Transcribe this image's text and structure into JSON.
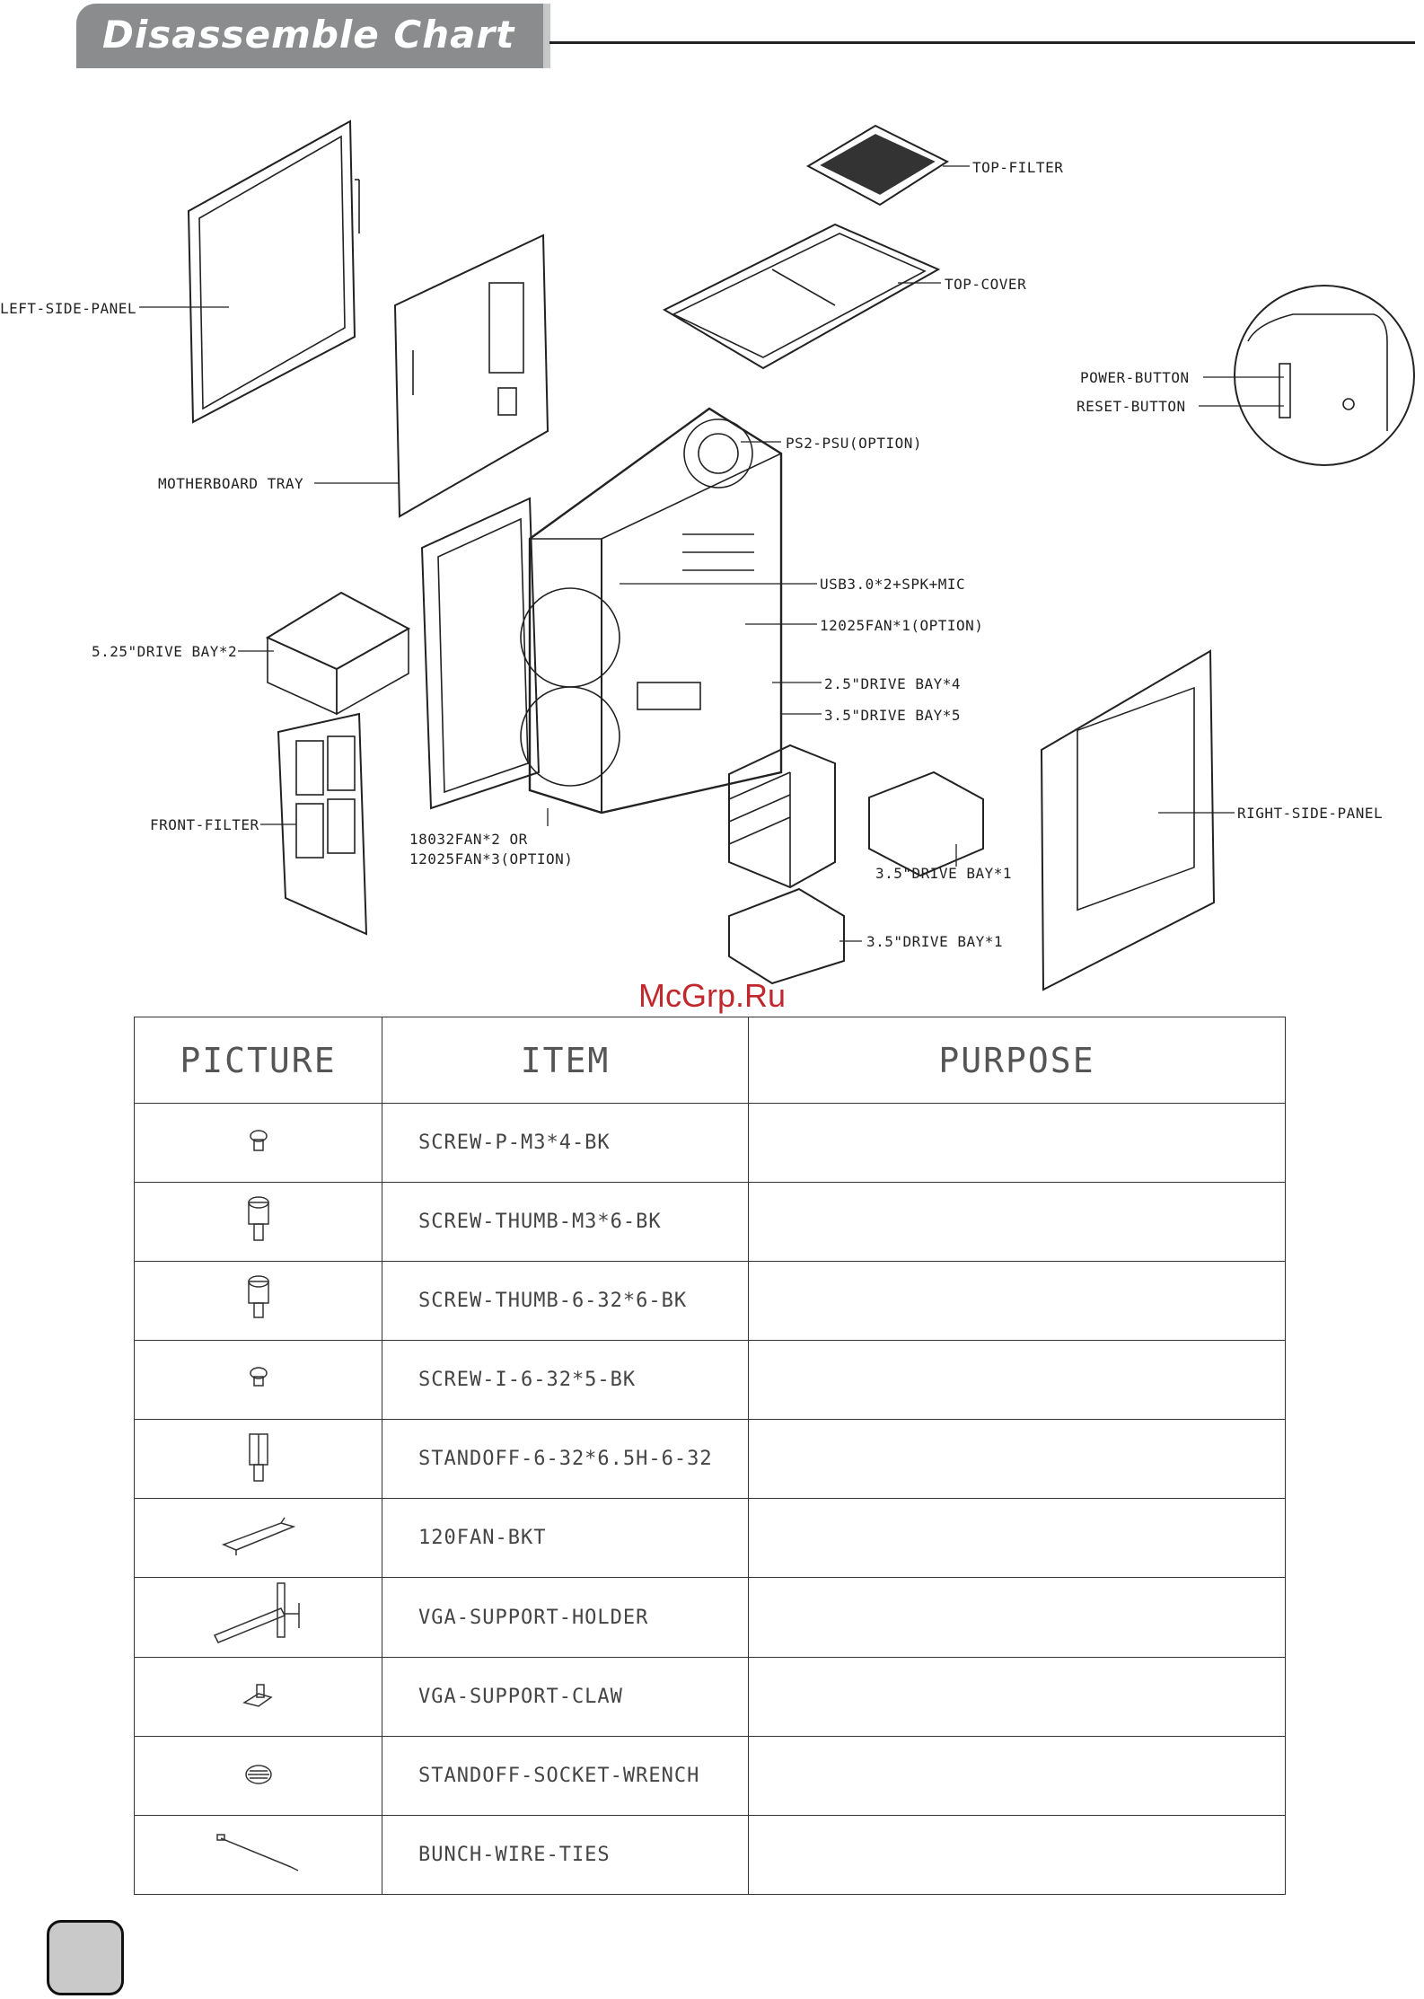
{
  "header": {
    "title": "Disassemble Chart"
  },
  "watermark": "McGrp.Ru",
  "callouts": {
    "top_filter": "TOP-FILTER",
    "top_cover": "TOP-COVER",
    "left_side_panel": "LEFT-SIDE-PANEL",
    "power_button": "POWER-BUTTON",
    "reset_button": "RESET-BUTTON",
    "psu": "PS2-PSU(OPTION)",
    "motherboard_tray": "MOTHERBOARD TRAY",
    "usb": "USB3.0*2+SPK+MIC",
    "fan_12025_1": "12025FAN*1(OPTION)",
    "drive_525": "5.25\"DRIVE BAY*2",
    "drive_25": "2.5\"DRIVE BAY*4",
    "drive_35_5": "3.5\"DRIVE BAY*5",
    "front_filter": "FRONT-FILTER",
    "right_side_panel": "RIGHT-SIDE-PANEL",
    "fan_front_1": "18032FAN*2 OR",
    "fan_front_2": "12025FAN*3(OPTION)",
    "drive_35_1a": "3.5\"DRIVE BAY*1",
    "drive_35_1b": "3.5\"DRIVE BAY*1"
  },
  "table": {
    "headers": {
      "picture": "PICTURE",
      "item": "ITEM",
      "purpose": "PURPOSE"
    },
    "rows": [
      {
        "item": "SCREW-P-M3*4-BK",
        "icon": "small-screw-icon",
        "purpose": ""
      },
      {
        "item": "SCREW-THUMB-M3*6-BK",
        "icon": "thumb-screw-icon",
        "purpose": ""
      },
      {
        "item": "SCREW-THUMB-6-32*6-BK",
        "icon": "thumb-screw-icon",
        "purpose": ""
      },
      {
        "item": "SCREW-I-6-32*5-BK",
        "icon": "small-screw-icon",
        "purpose": ""
      },
      {
        "item": "STANDOFF-6-32*6.5H-6-32",
        "icon": "standoff-icon",
        "purpose": ""
      },
      {
        "item": "120FAN-BKT",
        "icon": "fan-bracket-icon",
        "purpose": ""
      },
      {
        "item": "VGA-SUPPORT-HOLDER",
        "icon": "vga-holder-icon",
        "purpose": ""
      },
      {
        "item": "VGA-SUPPORT-CLAW",
        "icon": "vga-claw-icon",
        "purpose": ""
      },
      {
        "item": "STANDOFF-SOCKET-WRENCH",
        "icon": "socket-wrench-icon",
        "purpose": ""
      },
      {
        "item": "BUNCH-WIRE-TIES",
        "icon": "wire-tie-icon",
        "purpose": ""
      }
    ]
  }
}
